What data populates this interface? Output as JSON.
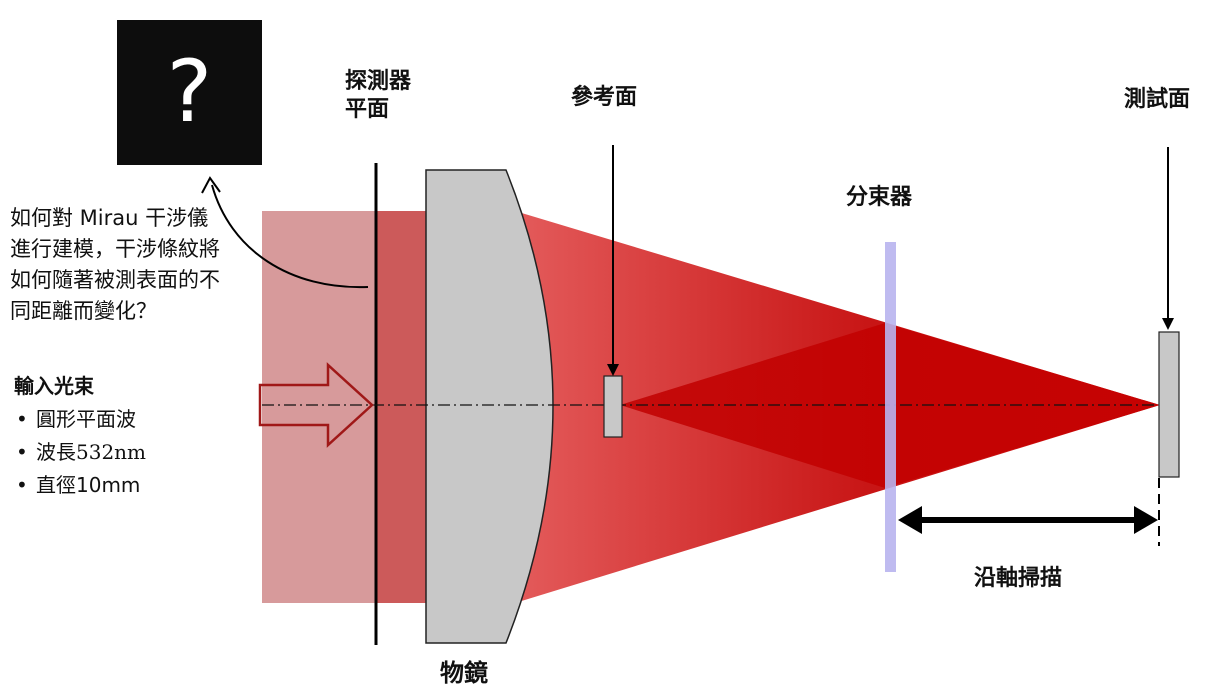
{
  "labels": {
    "detector_plane_line1": "探測器",
    "detector_plane_line2": "平面",
    "reference_surface": "參考面",
    "test_surface": "測試面",
    "beam_splitter": "分束器",
    "objective": "物鏡",
    "axial_scan": "沿軸掃描"
  },
  "placeholder": {
    "icon": "question-mark-icon",
    "glyph": "?"
  },
  "question_text": "如何對 Mirau 干涉儀進行建模，干涉條紋將如何隨著被測表面的不同距離而變化？",
  "input_beam": {
    "title": "輸入光束",
    "items": [
      {
        "prefix": "圓形平面波",
        "suffix": ""
      },
      {
        "prefix": "波",
        "suffix": "長532nm"
      },
      {
        "prefix": "直徑10mm",
        "suffix": ""
      }
    ]
  },
  "colors": {
    "beam_light": "#d79a9b",
    "beam_dark": "#cc0000",
    "lens_fill": "#c8c8c8",
    "splitter": "#b8b4ee",
    "arrow": "#a01818"
  }
}
